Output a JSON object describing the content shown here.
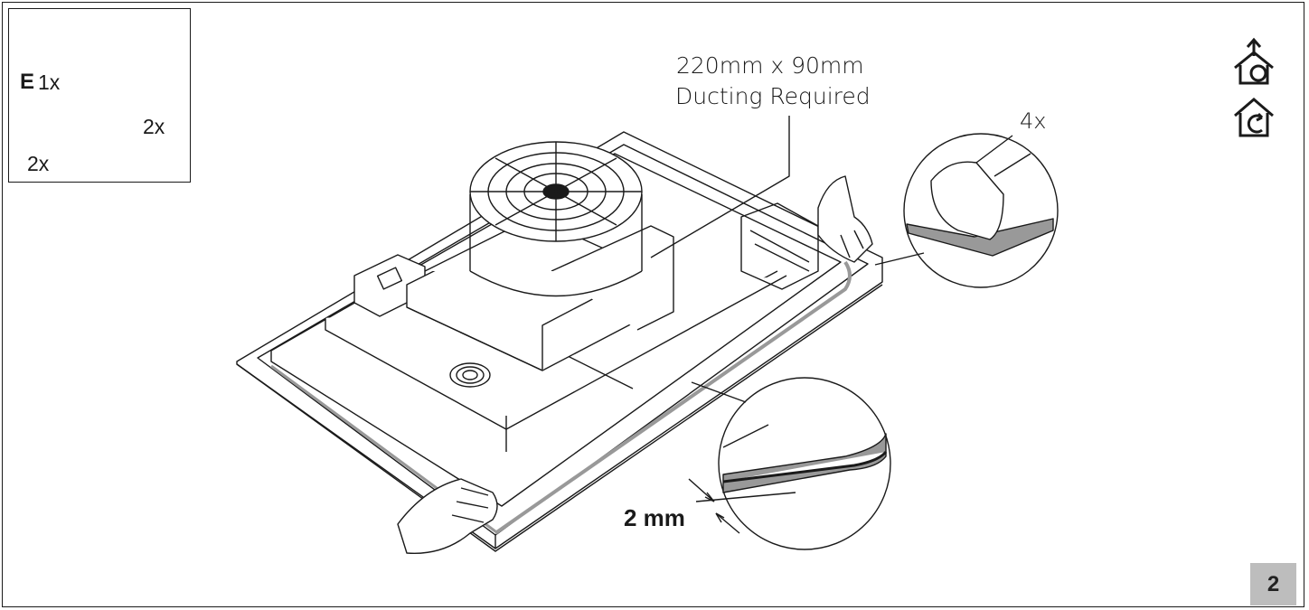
{
  "ducting_note": {
    "line1": "220mm x 90mm",
    "line2": "Ducting Required"
  },
  "detail_top": {
    "count": "4x"
  },
  "detail_bottom": {
    "gap": "2 mm"
  },
  "parts": {
    "seal_tape": {
      "letter": "E",
      "quantity": "1x"
    },
    "long_strip": {
      "quantity": "2x"
    },
    "short_strip": {
      "quantity": "2x"
    }
  },
  "step": {
    "number": "2"
  },
  "mode_icons": [
    "ducted-extraction-icon",
    "recirculation-icon"
  ]
}
